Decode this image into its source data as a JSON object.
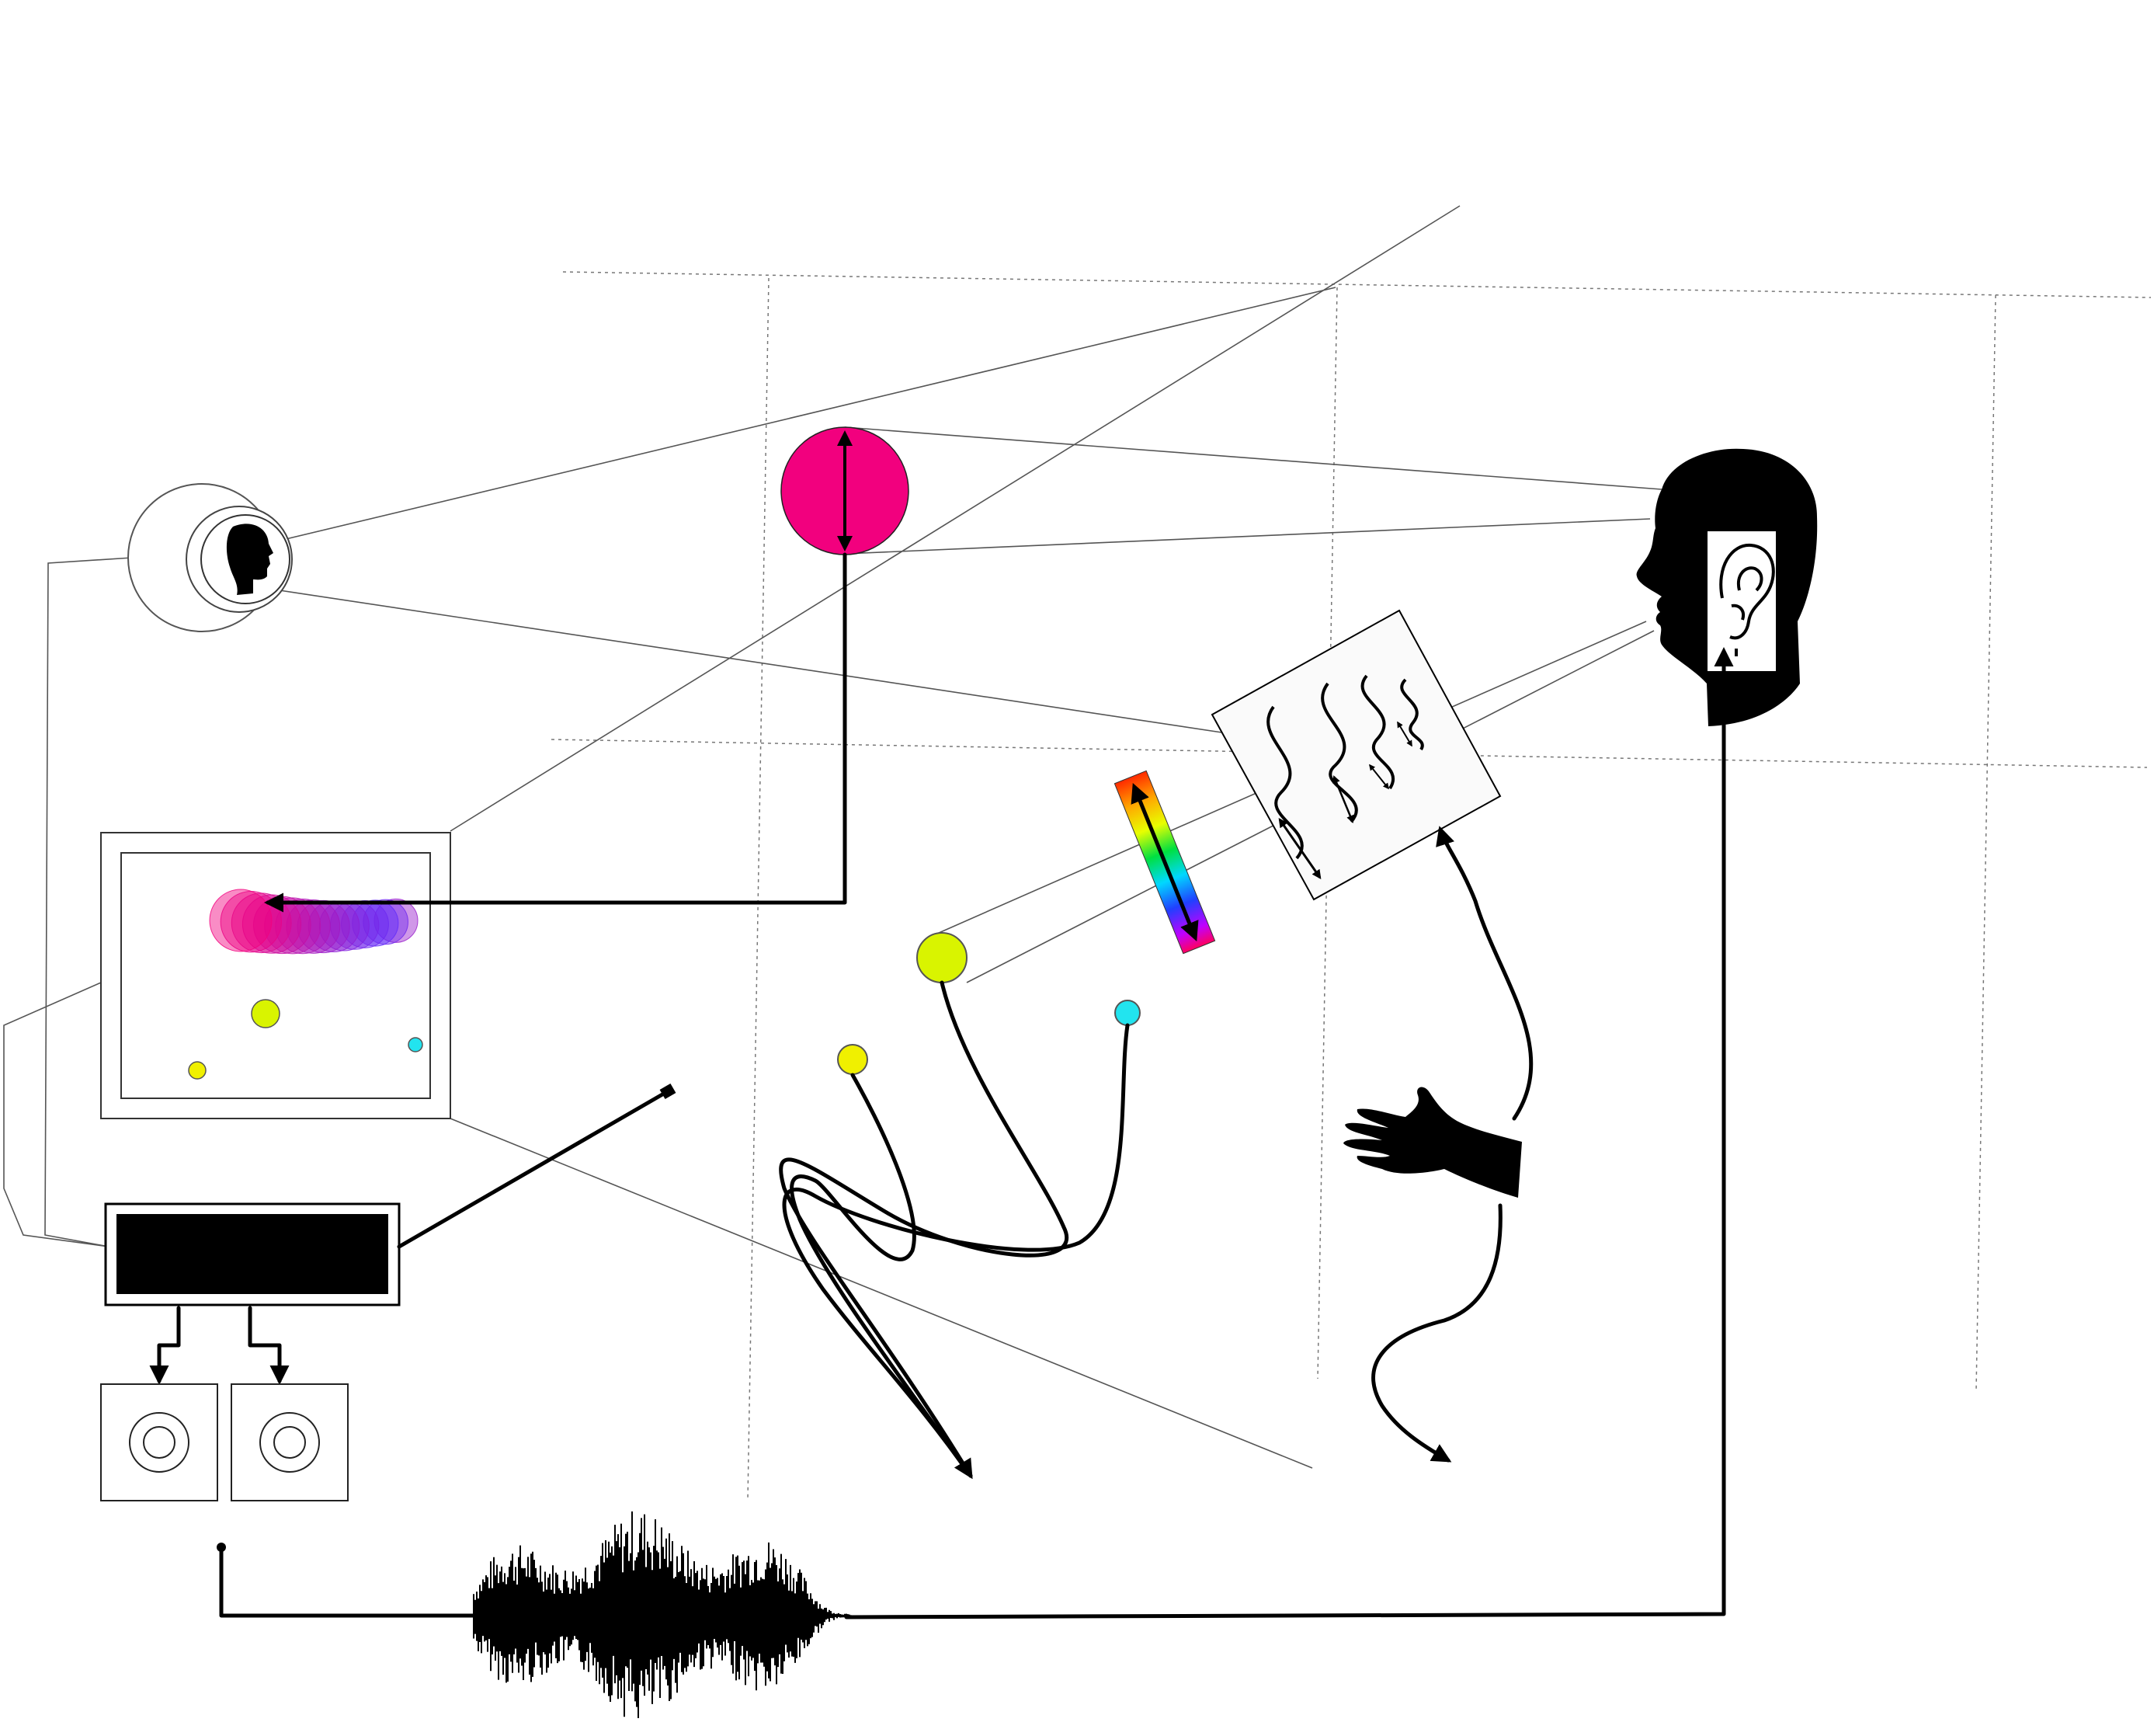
{
  "diagram": {
    "description_free": true,
    "palette": {
      "magenta": "#f2007e",
      "pink_trail_start": "#f2007e",
      "purple_trail_end": "#5a2dff",
      "yellow": "#d9f400",
      "yellow_small": "#f0f000",
      "cyan": "#22e4ef",
      "black": "#000000",
      "grid": "#777777"
    },
    "icons": [
      "viewer-head-icon",
      "listener-head-icon",
      "ear-icon",
      "hand-icon",
      "speaker-icon",
      "waveform-icon",
      "spectrum-bar-icon",
      "wave-panel-icon"
    ],
    "screen_dots": [
      {
        "color": "#d9f400",
        "kind": "yellow-large"
      },
      {
        "color": "#f0f000",
        "kind": "yellow-small"
      },
      {
        "color": "#22e4ef",
        "kind": "cyan-small"
      }
    ],
    "speaker_count": 2
  }
}
